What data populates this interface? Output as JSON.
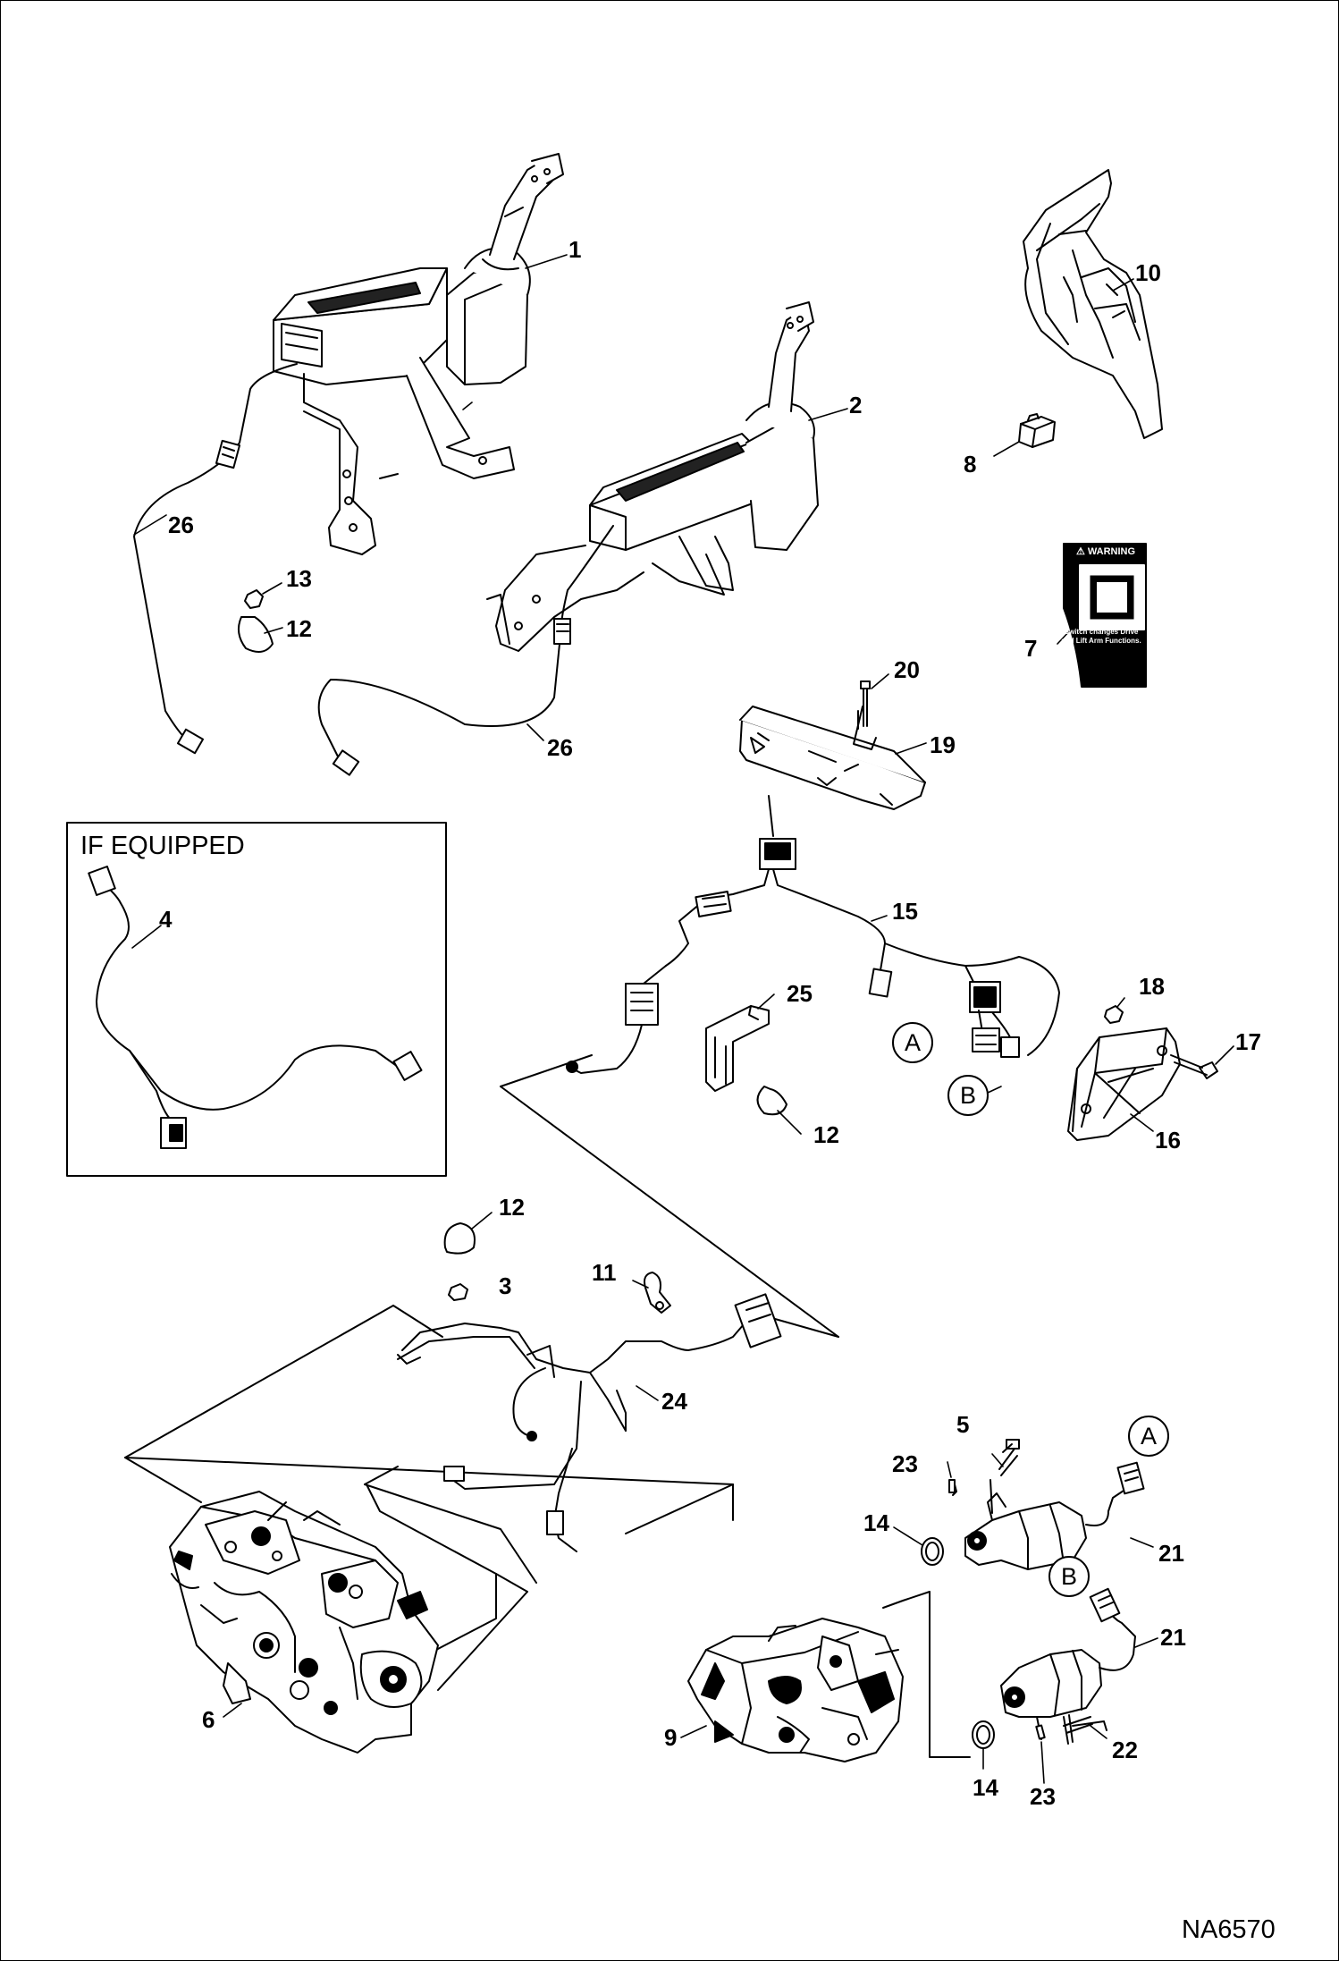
{
  "figure": {
    "inset_title": "IF EQUIPPED",
    "figure_id": "NA6570"
  },
  "decal": {
    "header": "⚠ WARNING",
    "text": "Switch changes Drive and Lift Arm Functions."
  },
  "callouts": {
    "c1": "1",
    "c2": "2",
    "c3": "3",
    "c4": "4",
    "c5": "5",
    "c6": "6",
    "c7": "7",
    "c8": "8",
    "c9": "9",
    "c10": "10",
    "c11": "11",
    "c12a": "12",
    "c12b": "12",
    "c12c": "12",
    "c13": "13",
    "c14a": "14",
    "c14b": "14",
    "c15": "15",
    "c16": "16",
    "c17": "17",
    "c18": "18",
    "c19": "19",
    "c20": "20",
    "c21a": "21",
    "c21b": "21",
    "c22": "22",
    "c23a": "23",
    "c23b": "23",
    "c24": "24",
    "c25": "25",
    "c26a": "26",
    "c26b": "26"
  },
  "connectors": {
    "a1": "A",
    "a2": "A",
    "b1": "B",
    "b2": "B"
  }
}
